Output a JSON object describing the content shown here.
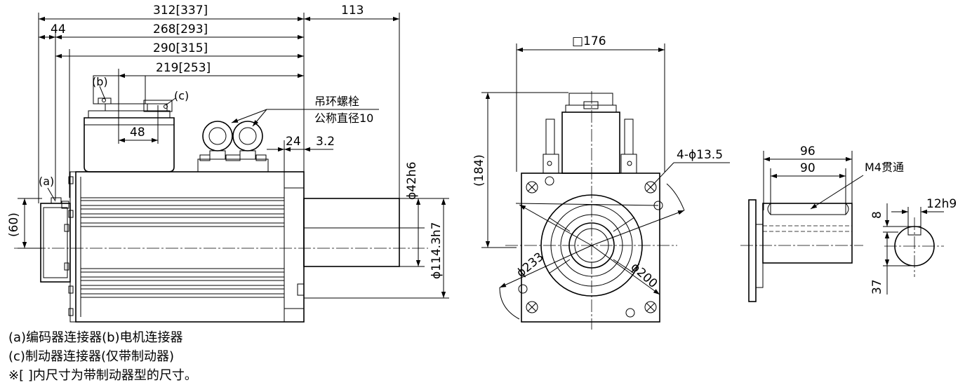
{
  "side_view": {
    "dims": {
      "overall": "312[337]",
      "shaft_len": "113",
      "left_off": "44",
      "d268": "268[293]",
      "d290": "290[315]",
      "d219": "219[253]",
      "conn_w": "48",
      "d24": "24",
      "d32": "3.2",
      "h60": "(60)",
      "shaft_dia": "ϕ42h6",
      "pilot_dia": "ϕ114.3h7"
    },
    "labels": {
      "a": "(a)",
      "b": "(b)",
      "c": "(c)",
      "eyebolt_line1": "吊环螺栓",
      "eyebolt_line2": "公称直径10"
    }
  },
  "front_view": {
    "dims": {
      "square": "□176",
      "height": "(184)",
      "holes": "4-ϕ13.5",
      "d233": "ϕ233",
      "d200": "ϕ200"
    }
  },
  "shaft_view": {
    "dims": {
      "d96": "96",
      "d90": "90",
      "thread": "M4贯通",
      "key_w": "12h9",
      "d8": "8",
      "d37": "37"
    }
  },
  "notes": {
    "line1": "(a)编码器连接器(b)电机连接器",
    "line2": "(c)制动器连接器(仅带制动器)",
    "line3": "※[  ]内尺寸为带制动器型的尺寸。"
  }
}
